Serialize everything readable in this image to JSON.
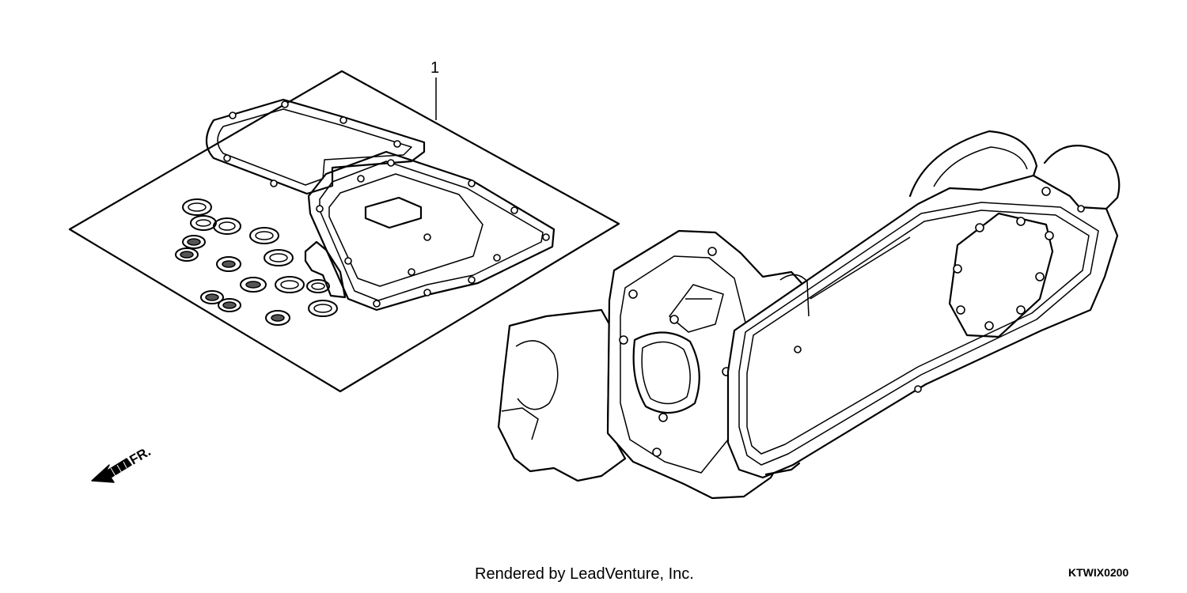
{
  "callout": {
    "number": "1"
  },
  "direction_label": "FR.",
  "credit": "Rendered by LeadVenture, Inc.",
  "diagram_code": "KTWIX0200",
  "icons": {
    "arrow": "front-direction-arrow-icon",
    "gasket_kit": "gasket-kit-icon",
    "engine": "engine-assembly-icon"
  }
}
